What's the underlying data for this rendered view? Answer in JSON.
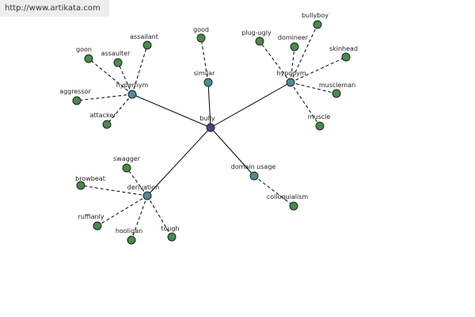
{
  "watermark": {
    "text": "http://www.artikata.com"
  },
  "colors": {
    "center": "#3a4a8c",
    "relation": "#4f8a98",
    "leaf": "#4a8a4a",
    "edge": "#000000",
    "watermark_bg": "#eeeeee"
  },
  "graph": {
    "center": "bully",
    "relations": [
      {
        "id": "hypernym",
        "label": "hypernym",
        "terms": [
          "assailant",
          "goon",
          "assaulter",
          "aggressor",
          "attacker"
        ]
      },
      {
        "id": "similar",
        "label": "similar",
        "terms": [
          "good"
        ]
      },
      {
        "id": "hyponym",
        "label": "hyponym",
        "terms": [
          "bullyboy",
          "plug-ugly",
          "domineer",
          "skinhead",
          "muscleman",
          "muscle"
        ]
      },
      {
        "id": "derivation",
        "label": "derivation",
        "terms": [
          "swagger",
          "browbeat",
          "ruffianly",
          "hooligan",
          "tough"
        ]
      },
      {
        "id": "domain-usage",
        "label": "domain usage",
        "terms": [
          "colloquialism"
        ]
      }
    ]
  }
}
